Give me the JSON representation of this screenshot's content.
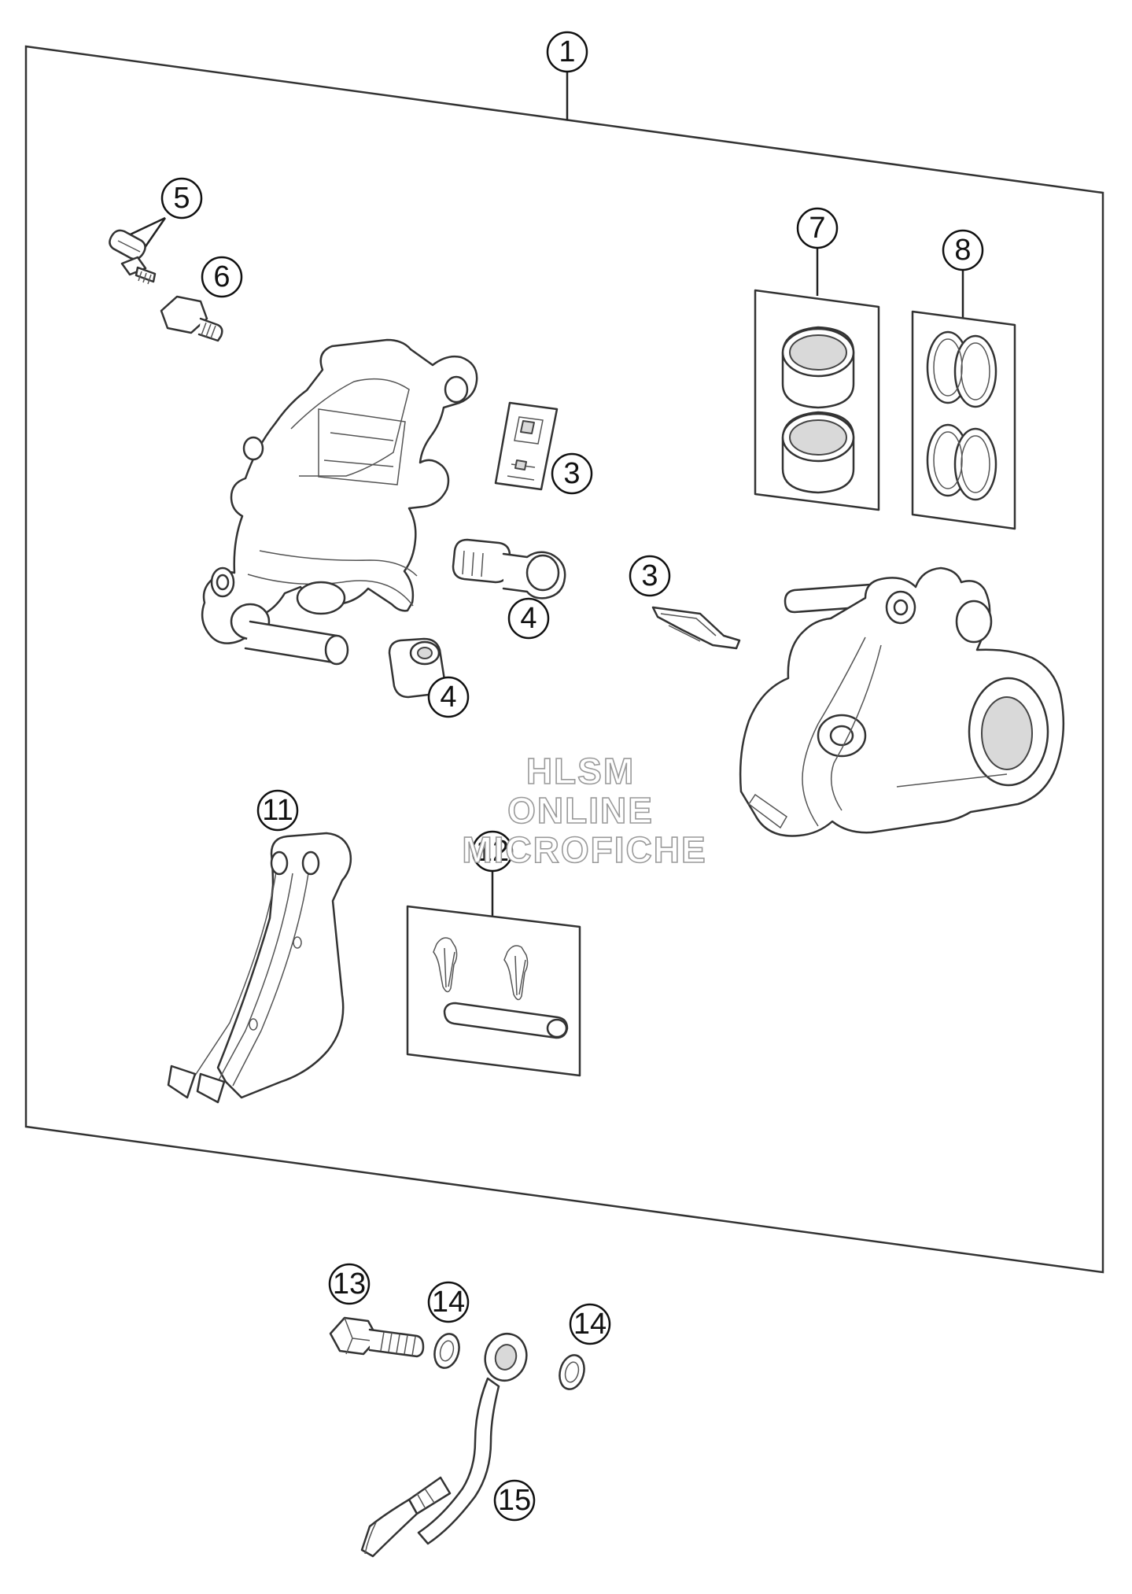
{
  "watermark": {
    "line1": "HLSM",
    "line2": "ONLINE",
    "line3": "MICROFICHE"
  },
  "callouts": {
    "c1": "1",
    "c3a": "3",
    "c3b": "3",
    "c4a": "4",
    "c4b": "4",
    "c5": "5",
    "c6": "6",
    "c7": "7",
    "c8": "8",
    "c11": "11",
    "c12": "12",
    "c13": "13",
    "c14a": "14",
    "c14b": "14",
    "c15": "15"
  },
  "colors": {
    "line": "#222222",
    "part_fill": "#d9d9d9",
    "watermark_outline": "#9a9a9a"
  }
}
